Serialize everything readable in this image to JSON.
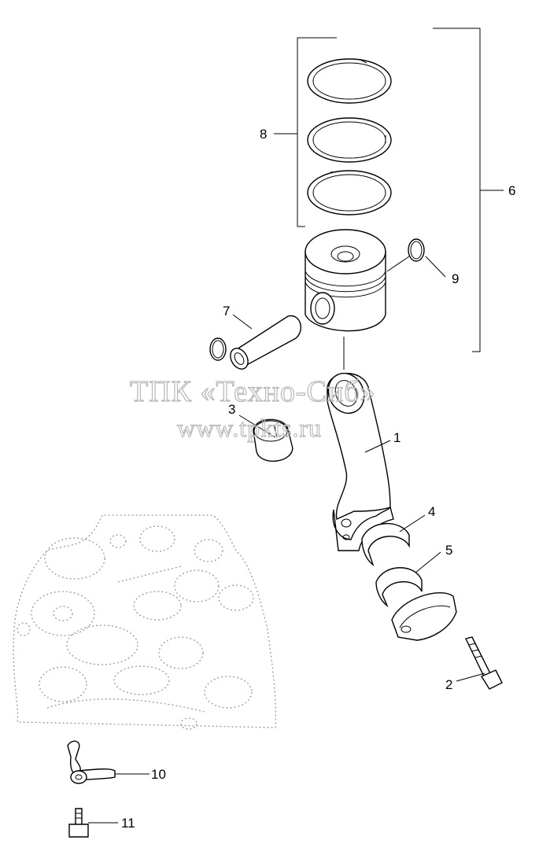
{
  "watermark": {
    "line1": "ТПК «Техно-Сиб»",
    "line2": "www.tpkts.ru"
  },
  "callouts": {
    "c1": "1",
    "c2": "2",
    "c3": "3",
    "c4": "4",
    "c5": "5",
    "c6": "6",
    "c7": "7",
    "c8": "8",
    "c9": "9",
    "c10": "10",
    "c11": "11"
  }
}
